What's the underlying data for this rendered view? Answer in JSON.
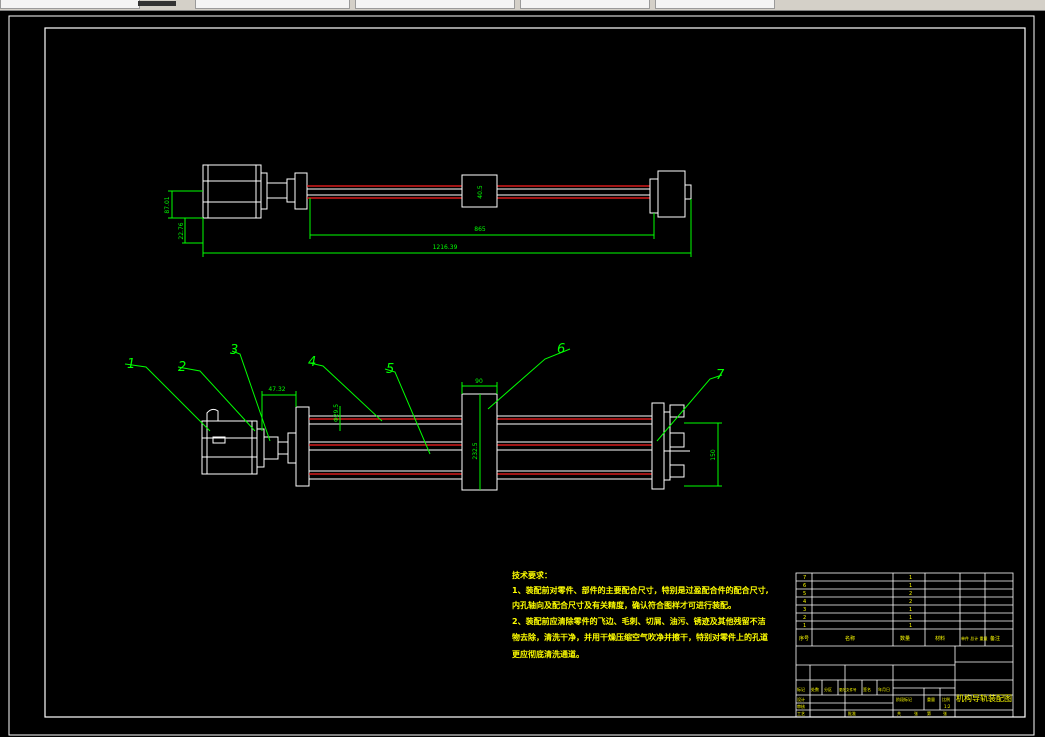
{
  "tabs": [
    {
      "label": ""
    },
    {
      "label": ""
    },
    {
      "label": ""
    },
    {
      "label": ""
    },
    {
      "label": ""
    }
  ],
  "colors": {
    "background": "#000000",
    "frame": "#ffffff",
    "lines": "#ffffff",
    "rails": "#ff2020",
    "dimensions": "#00ff00",
    "text": "#ffff00"
  },
  "top_view": {
    "dims": {
      "motor_height": "87.01",
      "offset_left": "22.76",
      "travel": "865",
      "overall": "1216.39",
      "block": "40.5"
    }
  },
  "front_view": {
    "dims": {
      "coupling": "47.32",
      "rod": "Φ29.5",
      "block_width": "90",
      "block_height": "232.5",
      "end_height": "150"
    },
    "balloons": [
      "1",
      "2",
      "3",
      "4",
      "5",
      "6",
      "7"
    ]
  },
  "notes": {
    "title": "技术要求：",
    "lines": [
      "1、装配前对零件、部件的主要配合尺寸，特别是过盈配合件的配合尺寸,",
      "   内孔轴向及配合尺寸及有关精度，确认符合图样才可进行装配。",
      "2、装配前应清除零件的飞边、毛刺、切屑、油污、锈迹及其他残留不洁",
      "   物去除，清洗干净，并用干燥压缩空气吹净并擦干，特别对零件上的孔道",
      "   更应彻底清洗通道。"
    ]
  },
  "title_block": {
    "drawing_name": "机构导轨装配图",
    "header": [
      "序号",
      "名称",
      "数量",
      "材料",
      "单件 总计 重量",
      "备注"
    ],
    "parts": [
      {
        "no": "7",
        "name": "",
        "qty": "1",
        "mat": ""
      },
      {
        "no": "6",
        "name": "",
        "qty": "1",
        "mat": ""
      },
      {
        "no": "5",
        "name": "",
        "qty": "2",
        "mat": ""
      },
      {
        "no": "4",
        "name": "",
        "qty": "2",
        "mat": ""
      },
      {
        "no": "3",
        "name": "",
        "qty": "1",
        "mat": ""
      },
      {
        "no": "2",
        "name": "",
        "qty": "1",
        "mat": ""
      },
      {
        "no": "1",
        "name": "",
        "qty": "1",
        "mat": ""
      }
    ],
    "bottom_labels": [
      "标记",
      "处数",
      "分区",
      "更改文件号",
      "签名",
      "年月日"
    ],
    "roles": [
      "设计",
      "审核",
      "工艺"
    ],
    "stage_labels": [
      "阶段标记",
      "重量",
      "比例"
    ],
    "scale": "1:2",
    "sheet_labels": [
      "共",
      "张",
      "第",
      "张"
    ],
    "approve": "批准"
  }
}
